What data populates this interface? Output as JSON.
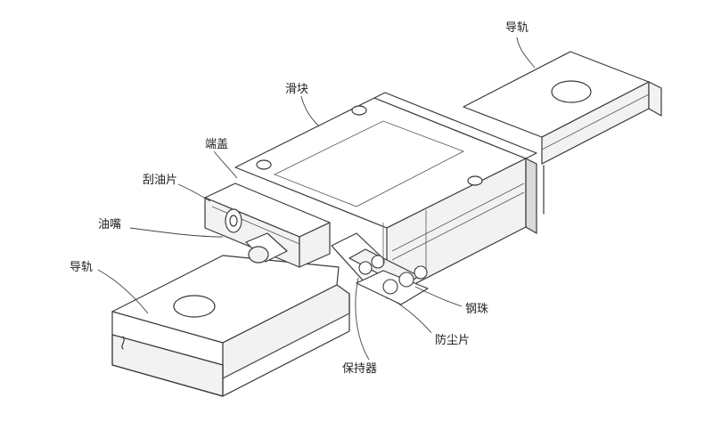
{
  "labels": {
    "rail_top": "导轨",
    "slider_block": "滑块",
    "end_cap": "端盖",
    "scraper": "刮油片",
    "grease_nipple": "油嘴",
    "rail_bottom": "导轨",
    "steel_ball": "钢珠",
    "dust_seal": "防尘片",
    "retainer": "保持器"
  },
  "colors": {
    "stroke": "#3a3a3a",
    "background": "#ffffff",
    "text": "#222222"
  }
}
